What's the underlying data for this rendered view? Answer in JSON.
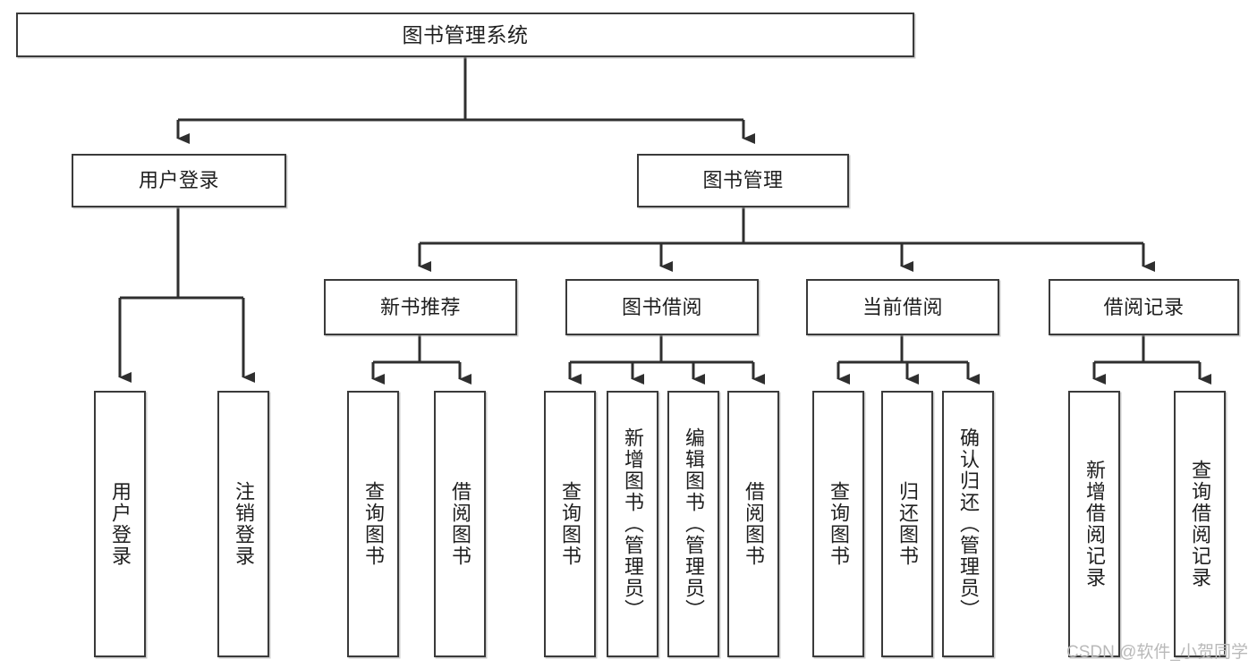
{
  "diagram": {
    "type": "tree-hierarchy-functional-decomposition",
    "title": "图书管理系统",
    "watermark": "CSDN @软件_小贺同学",
    "colors": {
      "box_border": "#3a3a3a",
      "box_fill": "#ffffff",
      "connector": "#2f2f2f",
      "text": "#1f1f1f",
      "watermark": "#b9b9b9",
      "background": "#ffffff"
    },
    "nodes": {
      "root": {
        "label": "图书管理系统",
        "orientation": "horizontal"
      },
      "level1": [
        {
          "id": "user-login",
          "label": "用户登录",
          "orientation": "horizontal"
        },
        {
          "id": "book-manage",
          "label": "图书管理",
          "orientation": "horizontal"
        }
      ],
      "level2": [
        {
          "id": "new-book-recommend",
          "label": "新书推荐",
          "orientation": "horizontal"
        },
        {
          "id": "book-borrow",
          "label": "图书借阅",
          "orientation": "horizontal"
        },
        {
          "id": "current-borrow",
          "label": "当前借阅",
          "orientation": "horizontal"
        },
        {
          "id": "borrow-record",
          "label": "借阅记录",
          "orientation": "horizontal"
        }
      ],
      "leaves": {
        "user-login": [
          {
            "id": "leaf-user-login",
            "label": "用户登录",
            "orientation": "vertical"
          },
          {
            "id": "leaf-logout-login",
            "label": "注销登录",
            "orientation": "vertical"
          }
        ],
        "new-book-recommend": [
          {
            "id": "leaf-query-book-1",
            "label": "查询图书",
            "orientation": "vertical"
          },
          {
            "id": "leaf-borrow-book-1",
            "label": "借阅图书",
            "orientation": "vertical"
          }
        ],
        "book-borrow": [
          {
            "id": "leaf-query-book-2",
            "label": "查询图书",
            "orientation": "vertical"
          },
          {
            "id": "leaf-add-book-admin",
            "label": "新增图书（管理员）",
            "orientation": "vertical"
          },
          {
            "id": "leaf-edit-book-admin",
            "label": "编辑图书（管理员）",
            "orientation": "vertical"
          },
          {
            "id": "leaf-borrow-book-2",
            "label": "借阅图书",
            "orientation": "vertical"
          }
        ],
        "current-borrow": [
          {
            "id": "leaf-query-book-3",
            "label": "查询图书",
            "orientation": "vertical"
          },
          {
            "id": "leaf-return-book",
            "label": "归还图书",
            "orientation": "vertical"
          },
          {
            "id": "leaf-confirm-return-admin",
            "label": "确认归还（管理员）",
            "orientation": "vertical"
          }
        ],
        "borrow-record": [
          {
            "id": "leaf-add-borrow-record",
            "label": "新增借阅记录",
            "orientation": "vertical"
          },
          {
            "id": "leaf-query-borrow-record",
            "label": "查询借阅记录",
            "orientation": "vertical"
          }
        ]
      }
    }
  }
}
